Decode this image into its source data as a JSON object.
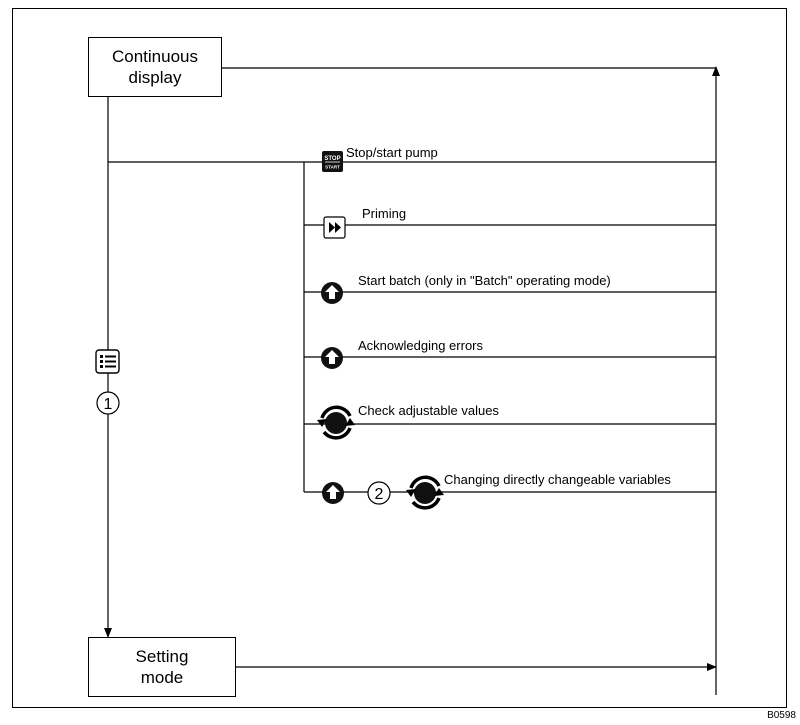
{
  "boxes": {
    "continuous": {
      "line1": "Continuous",
      "line2": "display"
    },
    "setting": {
      "line1": "Setting",
      "line2": "mode"
    }
  },
  "actions": [
    {
      "label": "Stop/start pump",
      "icon": "stop-start-key-icon"
    },
    {
      "label": "Priming",
      "icon": "fast-forward-key-icon"
    },
    {
      "label": "Start batch (only in \"Batch\" operating mode)",
      "icon": "arrow-up-key-icon"
    },
    {
      "label": "Acknowledging errors",
      "icon": "arrow-up-key-icon"
    },
    {
      "label": "Check adjustable values",
      "icon": "rotary-knob-icon"
    },
    {
      "label": "Changing directly changeable variables",
      "icon": "arrow-up-key-and-rotary-knob-icon"
    }
  ],
  "menu_icon": "menu-key-icon",
  "callouts": {
    "one": "1",
    "two": "2"
  },
  "stop_key": {
    "top": "STOP",
    "bottom": "START"
  },
  "figure_code": "B0598"
}
